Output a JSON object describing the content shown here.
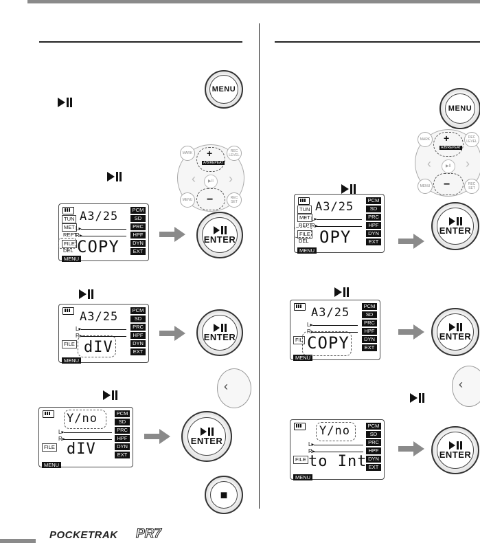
{
  "page": {
    "footer_brand": "POCKETRAK",
    "footer_model": "PR7"
  },
  "buttons": {
    "menu": "MENU",
    "enter": "ENTER",
    "plus": "+",
    "minus": "−",
    "play_symbol": "▶II",
    "repeat_label": "A/B/REPEAT",
    "left_arrow": "‹",
    "right_arrow": "›",
    "stop_symbol": "■",
    "pad_labels": [
      "MARK",
      "REC LEVEL",
      "MENU",
      "REC SET"
    ]
  },
  "lcd_tags": [
    "PCM",
    "SD",
    "PRC",
    "HPF",
    "DYN",
    "EXT"
  ],
  "lcd_side_tags": [
    "TUN",
    "MET",
    "REPT",
    "FILE",
    "DEL"
  ],
  "lcd_menu_tag": "MENU",
  "lcd_channels": {
    "left": "L▸",
    "right": "R▸"
  },
  "left_column": {
    "screens": [
      {
        "top": "A3/25",
        "bottom": "COPY",
        "file_tag": "FILE"
      },
      {
        "top": "A3/25",
        "bottom": "dIV",
        "file_tag": "FILE"
      },
      {
        "top": "Y/no",
        "bottom": "dIV",
        "file_tag": "FILE"
      }
    ]
  },
  "right_column": {
    "screens": [
      {
        "top": "A3/25",
        "bottom": "OPY",
        "file_tag": "FILE"
      },
      {
        "top": "A3/25",
        "bottom": "COPY",
        "file_tag": "FIL"
      },
      {
        "top": "Y/no",
        "bottom": "to Int",
        "file_tag": "FILE"
      }
    ]
  }
}
